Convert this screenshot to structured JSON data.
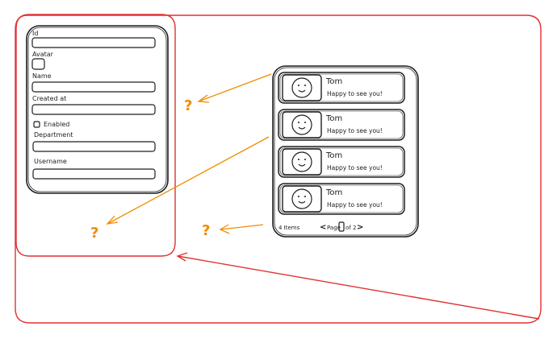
{
  "colors": {
    "ink": "#1e1e1e",
    "frame": "#e03131",
    "arrow": "#f08c00",
    "question": "#f08c00"
  },
  "form": {
    "fields": [
      {
        "label": "Id",
        "type": "text"
      },
      {
        "label": "Avatar",
        "type": "image"
      },
      {
        "label": "Name",
        "type": "text"
      },
      {
        "label": "Created at",
        "type": "text"
      },
      {
        "label": "Enabled",
        "type": "checkbox"
      },
      {
        "label": "Department",
        "type": "text"
      },
      {
        "label": "Username",
        "type": "text"
      }
    ]
  },
  "list": {
    "items": [
      {
        "name": "Tom",
        "message": "Happy to see you!"
      },
      {
        "name": "Tom",
        "message": "Happy to see you!"
      },
      {
        "name": "Tom",
        "message": "Happy to see you!"
      },
      {
        "name": "Tom",
        "message": "Happy to see you!"
      }
    ],
    "footer": {
      "count": "4 Items",
      "prev": "<",
      "page_prefix": "Page",
      "page_suffix": "of 2",
      "next": ">"
    }
  },
  "question_marks": [
    "?",
    "?",
    "?"
  ]
}
